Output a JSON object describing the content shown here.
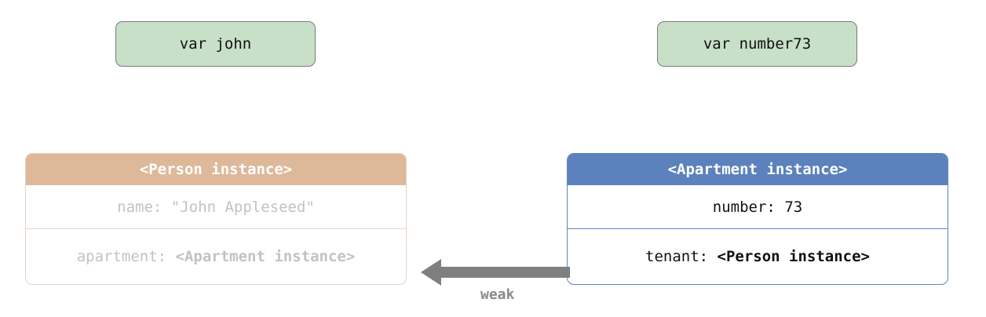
{
  "variables": {
    "john": "var john",
    "number73": "var number73"
  },
  "person_instance": {
    "title": "<Person instance>",
    "name_label": "name:",
    "name_value": "\"John Appleseed\"",
    "apartment_label": "apartment:",
    "apartment_value": "<Apartment instance>"
  },
  "apartment_instance": {
    "title": "<Apartment instance>",
    "number_label": "number:",
    "number_value": "73",
    "tenant_label": "tenant:",
    "tenant_value": "<Person instance>"
  },
  "reference": {
    "label": "weak",
    "color": "#7f7f7f"
  },
  "colors": {
    "variable_fill": "#c8dfc8",
    "person_header": "#ddb99a",
    "apartment_header": "#5b82bd"
  }
}
